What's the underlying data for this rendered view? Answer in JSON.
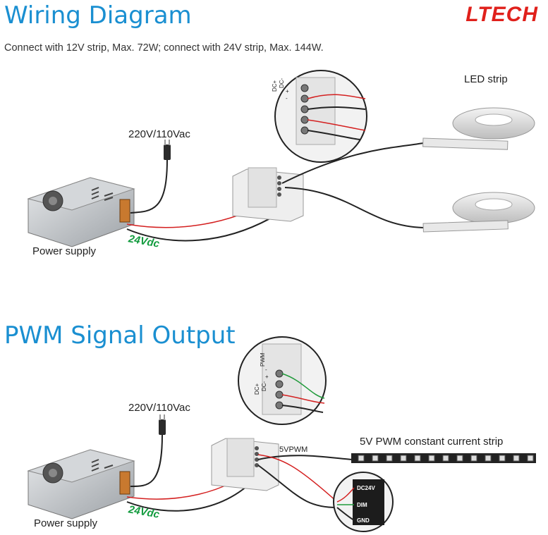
{
  "brand": {
    "logo": "LTECH",
    "color": "#e0201b"
  },
  "section1": {
    "title": "Wiring Diagram",
    "note": "Connect with 12V strip, Max. 72W; connect with 24V strip, Max. 144W.",
    "mains_label": "220V/110Vac",
    "supply_label": "Power supply",
    "voltage_label": "24Vdc",
    "strip_label": "LED strip",
    "terminal_labels": [
      "DC+",
      "DC-",
      "+",
      "-"
    ]
  },
  "section2": {
    "title": "PWM Signal Output",
    "mains_label": "220V/110Vac",
    "supply_label": "Power supply",
    "voltage_label": "24Vdc",
    "output_label": "5VPWM",
    "strip_label": "5V PWM constant current strip",
    "terminal_labels": [
      "DC+",
      "DC-",
      "+",
      "-",
      "PWM"
    ],
    "connector_labels": [
      "DC24V",
      "DIM",
      "GND"
    ]
  },
  "colors": {
    "title": "#1a8fd1",
    "voltage": "#129b3e",
    "wire_red": "#d42020",
    "wire_green": "#1f9a3a"
  }
}
